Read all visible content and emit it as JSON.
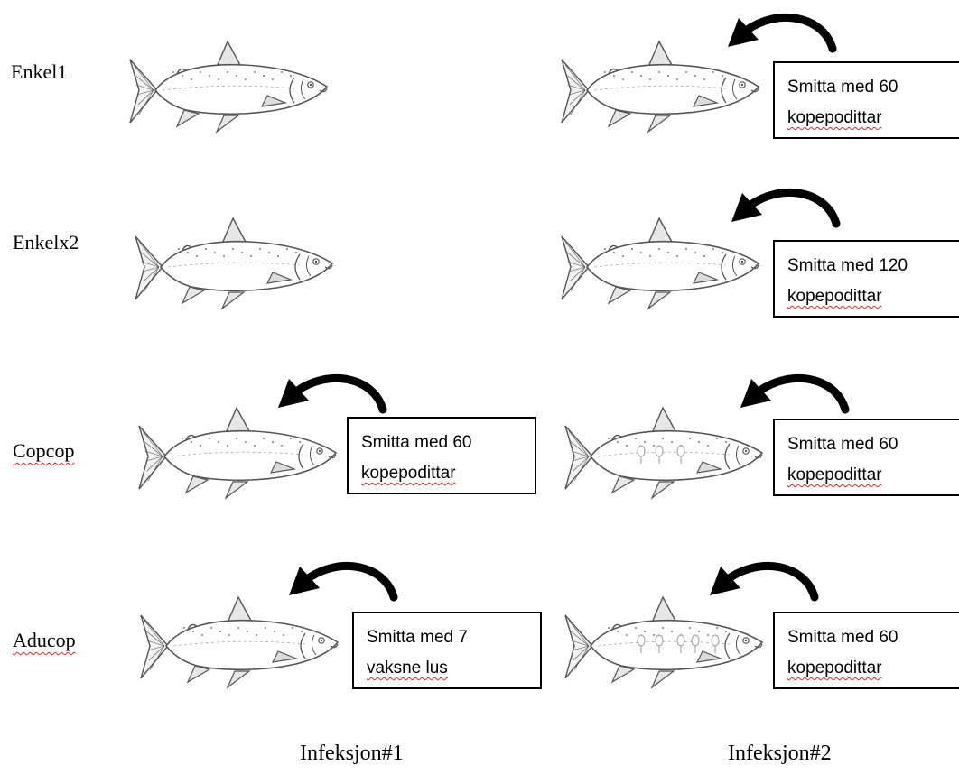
{
  "rows": [
    {
      "label": "Enkel1",
      "label_flag": "none",
      "infection1": null,
      "infection2": {
        "line1": "Smitta med 60",
        "line2": "kopepodittar",
        "lice_on_fish": 0
      }
    },
    {
      "label": "Enkelx2",
      "label_flag": "none",
      "infection1": null,
      "infection2": {
        "line1": "Smitta med 120",
        "line2": "kopepodittar",
        "lice_on_fish": 0
      }
    },
    {
      "label": "Copcop",
      "label_flag": "spellcheck",
      "infection1": {
        "line1": "Smitta med 60",
        "line2": "kopepodittar",
        "lice_on_fish": 0
      },
      "infection2": {
        "line1": "Smitta med 60",
        "line2": "kopepodittar",
        "lice_on_fish": 3
      }
    },
    {
      "label": "Aducop",
      "label_flag": "spellcheck",
      "infection1": {
        "line1": "Smitta med 7",
        "line2": "vaksne lus",
        "lice_on_fish": 0
      },
      "infection2": {
        "line1": "Smitta med 60",
        "line2": "kopepodittar",
        "lice_on_fish": 5
      }
    }
  ],
  "columns": {
    "infection1": "Infeksjon#1",
    "infection2": "Infeksjon#2"
  },
  "colors": {
    "arrow": "#000000",
    "fish_outline": "#555555",
    "spellcheck_underline": "#d32f2f"
  },
  "icons": {
    "fish": "salmon-icon",
    "arrow": "curved-arrow-icon",
    "louse": "louse-icon"
  }
}
